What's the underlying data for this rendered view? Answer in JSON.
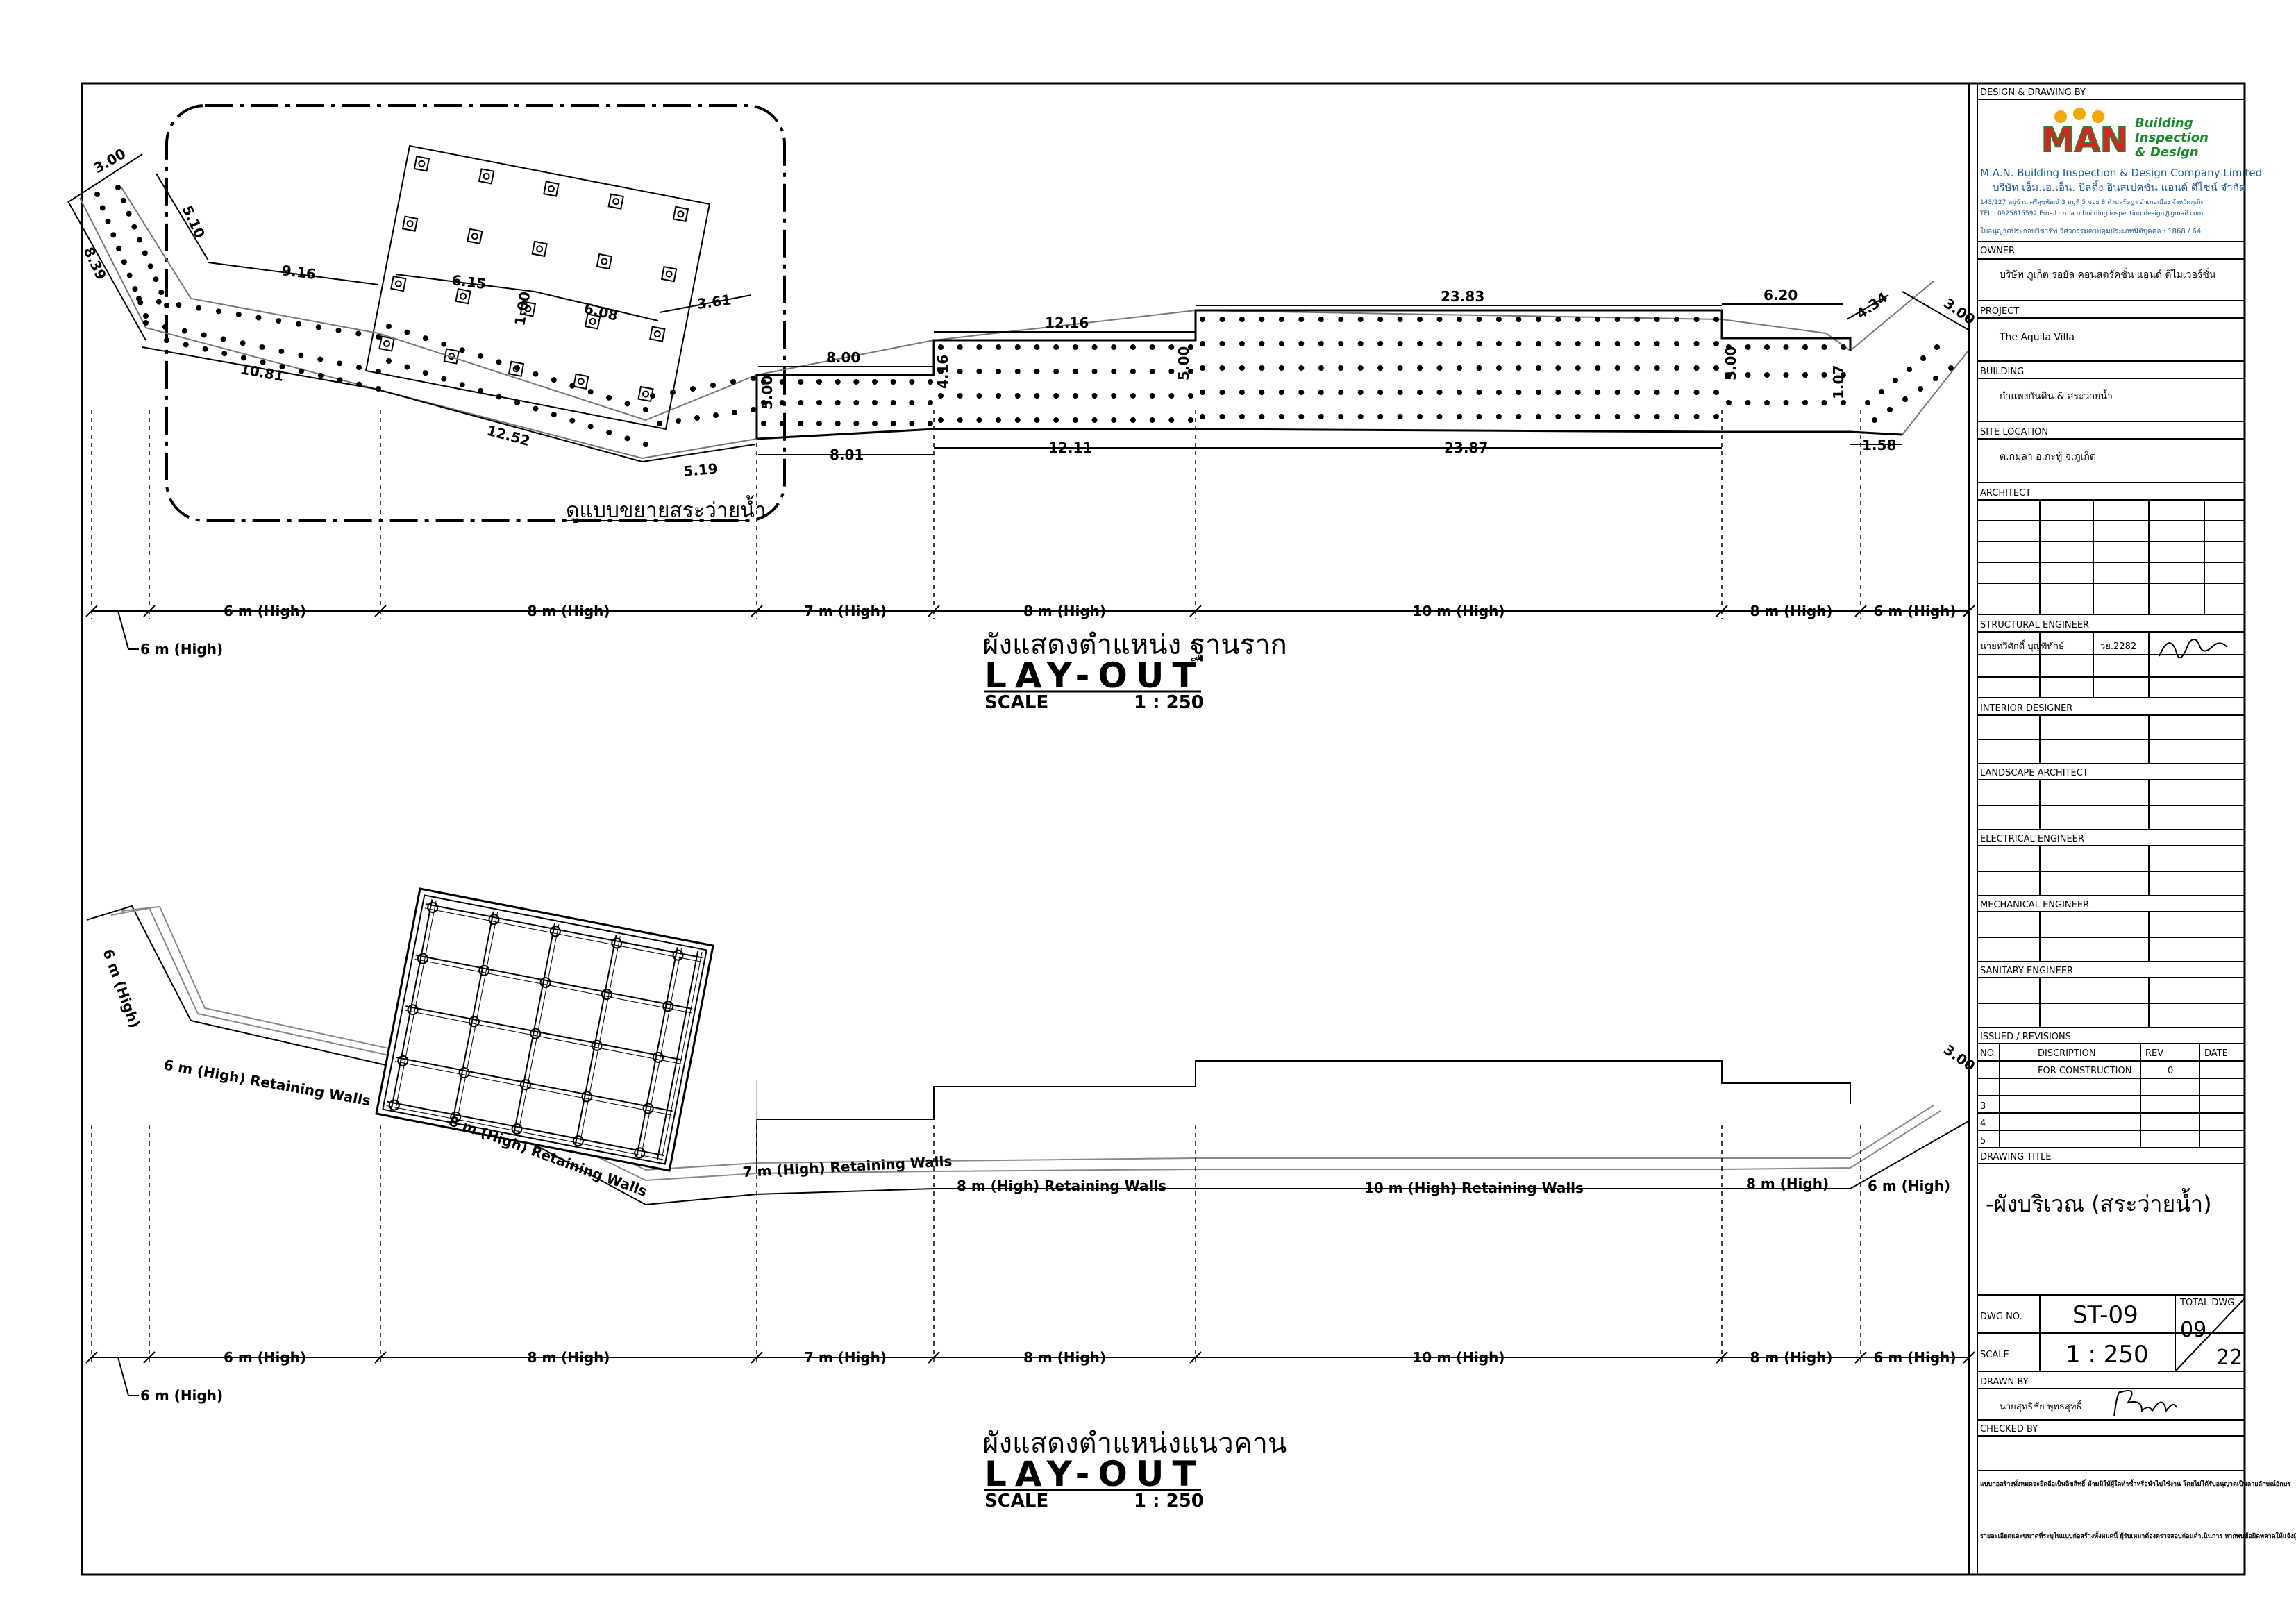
{
  "top_plan": {
    "title_th": "ผังแสดงตำแหน่ง ฐานราก",
    "title_en": "LAY-OUT",
    "scale_label": "SCALE",
    "scale_value": "1 : 250",
    "detail_note": "ดูแบบขยายสระว่ายน้ำ",
    "dims_top": [
      "3.00",
      "5.10",
      "8.39",
      "9.16",
      "6.15",
      "1.00",
      "6.08",
      "3.61",
      "8.00",
      "12.16",
      "23.83",
      "6.20",
      "4.34",
      "3.00"
    ],
    "dims_bottom": [
      "10.81",
      "12.52",
      "5.19",
      "8.01",
      "12.11",
      "23.87",
      "1.58"
    ],
    "dims_vertical": [
      "5.00",
      "4.16",
      "5.00",
      "5.00",
      "1.07"
    ],
    "height_labels": [
      "6 m (High)",
      "8 m (High)",
      "7 m (High)",
      "8 m (High)",
      "10 m (High)",
      "8 m (High)",
      "6 m (High)"
    ],
    "left_label": "6 m (High)"
  },
  "bottom_plan": {
    "title_th": "ผังแสดงตำแหน่งแนวคาน",
    "title_en": "LAY-OUT",
    "scale_label": "SCALE",
    "scale_value": "1 : 250",
    "wall_labels": [
      "6 m (High)",
      "6 m (High) Retaining Walls",
      "8 m (High) Retaining Walls",
      "7 m (High) Retaining Walls",
      "8 m (High) Retaining Walls",
      "10 m (High) Retaining Walls",
      "8 m (High)",
      "6 m (High)"
    ],
    "corner_dim": "3.00",
    "height_labels": [
      "6 m (High)",
      "8 m (High)",
      "7 m (High)",
      "8 m (High)",
      "10 m (High)",
      "8 m (High)",
      "6 m (High)"
    ],
    "left_label": "6 m (High)"
  },
  "title_block": {
    "design_by_label": "DESIGN & DRAWING BY",
    "logo_letters": "MAN",
    "logo_words": [
      "Building",
      "Inspection",
      "& Design"
    ],
    "company_en": "M.A.N. Building Inspection & Design Company Limited",
    "company_th": "บริษัท เอ็ม.เอ.เอ็น. บิลดิ้ง อินสเปคชั่น แอนด์ ดีไซน์ จำกัด",
    "address": "143/127 หมู่บ้าน ศรีสุขพัฒน์ 3 หมู่ที่ 5 ซอย 8 ตำบลรัษฎา อำเภอเมือง จังหวัดภูเก็ต",
    "contact": "TEL : 0925815592   Email : m.a.n.building.inspection.design@gmail.com",
    "license": "ใบอนุญาตประกอบวิชาชีพ วิศวกรรมควบคุมประเภทนิติบุคคล : 1868 / 64",
    "owner_label": "OWNER",
    "owner": "บริษัท ภูเก็ต รอยัล คอนสตรัคชั่น แอนด์ ดีไมเวอร์ชั่น",
    "project_label": "PROJECT",
    "project": "The Aquila Villa",
    "building_label": "BUILDING",
    "building": "กำแพงกันดิน & สระว่ายน้ำ",
    "site_label": "SITE  LOCATION",
    "site": "ต.กมลา  อ.กะทู้  จ.ภูเก็ต",
    "architect_label": "ARCHITECT",
    "structural_label": "STRUCTURAL ENGINEER",
    "structural_name": "นายทวีศักดิ์ บุญพิทักษ์",
    "structural_license": "วย.2282",
    "interior_label": "INTERIOR DESIGNER",
    "landscape_label": "LANDSCAPE  ARCHITECT",
    "electrical_label": "ELECTRICAL ENGINEER",
    "mechanical_label": "MECHANICAL ENGINEER",
    "sanitary_label": "SANITARY ENGINEER",
    "issued_label": "ISSUED / REVISIONS",
    "rev_headers": [
      "NO.",
      "DISCRIPTION",
      "REV",
      "DATE"
    ],
    "rev_rows": [
      [
        "",
        "FOR  CONSTRUCTION",
        "0",
        ""
      ],
      [
        "",
        "",
        "",
        ""
      ],
      [
        "3",
        "",
        "",
        ""
      ],
      [
        "4",
        "",
        "",
        ""
      ],
      [
        "5",
        "",
        "",
        ""
      ]
    ],
    "drawing_title_label": "DRAWING TITLE",
    "drawing_title": "-ผังบริเวณ (สระว่ายน้ำ)",
    "dwg_no_label": "DWG NO.",
    "dwg_no": "ST-09",
    "scale_label": "SCALE",
    "scale": "1  :  250",
    "total_label": "TOTAL DWG.",
    "sheet_no": "09",
    "sheet_total": "22",
    "drawn_label": "DRAWN BY",
    "drawn_name": "นายสุทธิชัย  พุทธสุทธิ์",
    "checked_label": "CHECKED BY",
    "note1": "แบบก่อสร้างทั้งหมดจะยึดถือเป็นลิขสิทธิ์ ห้ามมิให้ผู้ใดทำซ้ำหรือนำไปใช้งาน โดยไม่ได้รับอนุญาตเป็นลายลักษณ์อักษร",
    "note2": "รายละเอียดและขนาดที่ระบุในแบบก่อสร้างทั้งหมดนี้ ผู้รับเหมาต้องตรวจสอบก่อนดำเนินการ หากพบข้อผิดพลาดให้แจ้งผู้ออกแบบทันที"
  }
}
